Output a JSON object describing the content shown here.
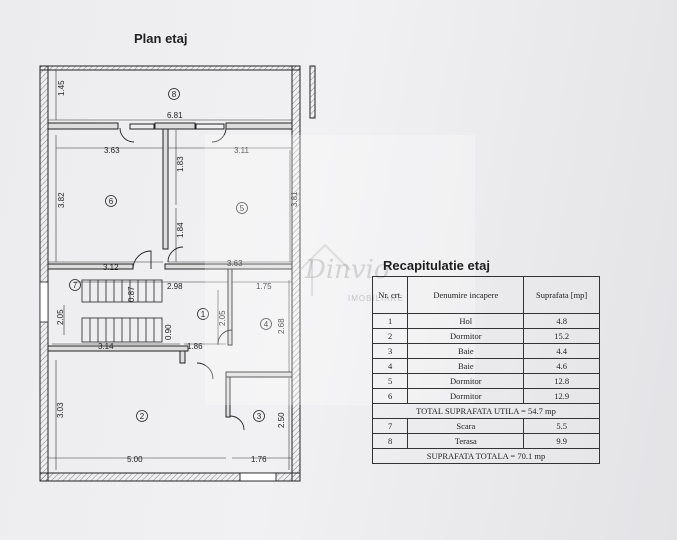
{
  "plan_title": "Plan etaj",
  "dimensions": {
    "terrace_width": "6.81",
    "terrace_depth": "1.45",
    "room6_width": "3.63",
    "room6_depth": "3.82",
    "room5_width_top": "3.11",
    "room5_depth": "3.81",
    "wall_offset_top": "1.83",
    "wall_offset_mid": "1.84",
    "room6_width_bottom": "3.12",
    "room5_width_bottom": "3.63",
    "stair_width": "2.98",
    "bath4_width": "1.75",
    "stair_depth_a": "0.87",
    "stair_depth_b": "0.90",
    "stair_run": "2.05",
    "hall_depth": "2.05",
    "bath4_depth": "2.68",
    "landing_width": "3.14",
    "hall_width": "1.86",
    "room2_depth": "3.03",
    "room3_depth": "2.50",
    "room2_width": "5.00",
    "room3_width": "1.76"
  },
  "room_labels": [
    "8",
    "6",
    "5",
    "7",
    "1",
    "4",
    "2",
    "3"
  ],
  "watermark": {
    "mark": "Dinvio",
    "sub": "IMOBILIARE"
  },
  "recap": {
    "title": "Recapitulatie etaj",
    "headers": {
      "nr": "Nr. crt.",
      "name": "Denumire incapere",
      "area": "Suprafata [mp]"
    },
    "rows": [
      {
        "nr": "1",
        "name": "Hol",
        "area": "4.8"
      },
      {
        "nr": "2",
        "name": "Dormitor",
        "area": "15.2"
      },
      {
        "nr": "3",
        "name": "Baie",
        "area": "4.4"
      },
      {
        "nr": "4",
        "name": "Baie",
        "area": "4.6"
      },
      {
        "nr": "5",
        "name": "Dormitor",
        "area": "12.8"
      },
      {
        "nr": "6",
        "name": "Dormitor",
        "area": "12.9"
      }
    ],
    "total_useful": "TOTAL SUPRAFATA UTILA = 54.7 mp",
    "extra_rows": [
      {
        "nr": "7",
        "name": "Scara",
        "area": "5.5"
      },
      {
        "nr": "8",
        "name": "Terasa",
        "area": "9.9"
      }
    ],
    "total": "SUPRAFATA TOTALA = 70.1 mp"
  }
}
